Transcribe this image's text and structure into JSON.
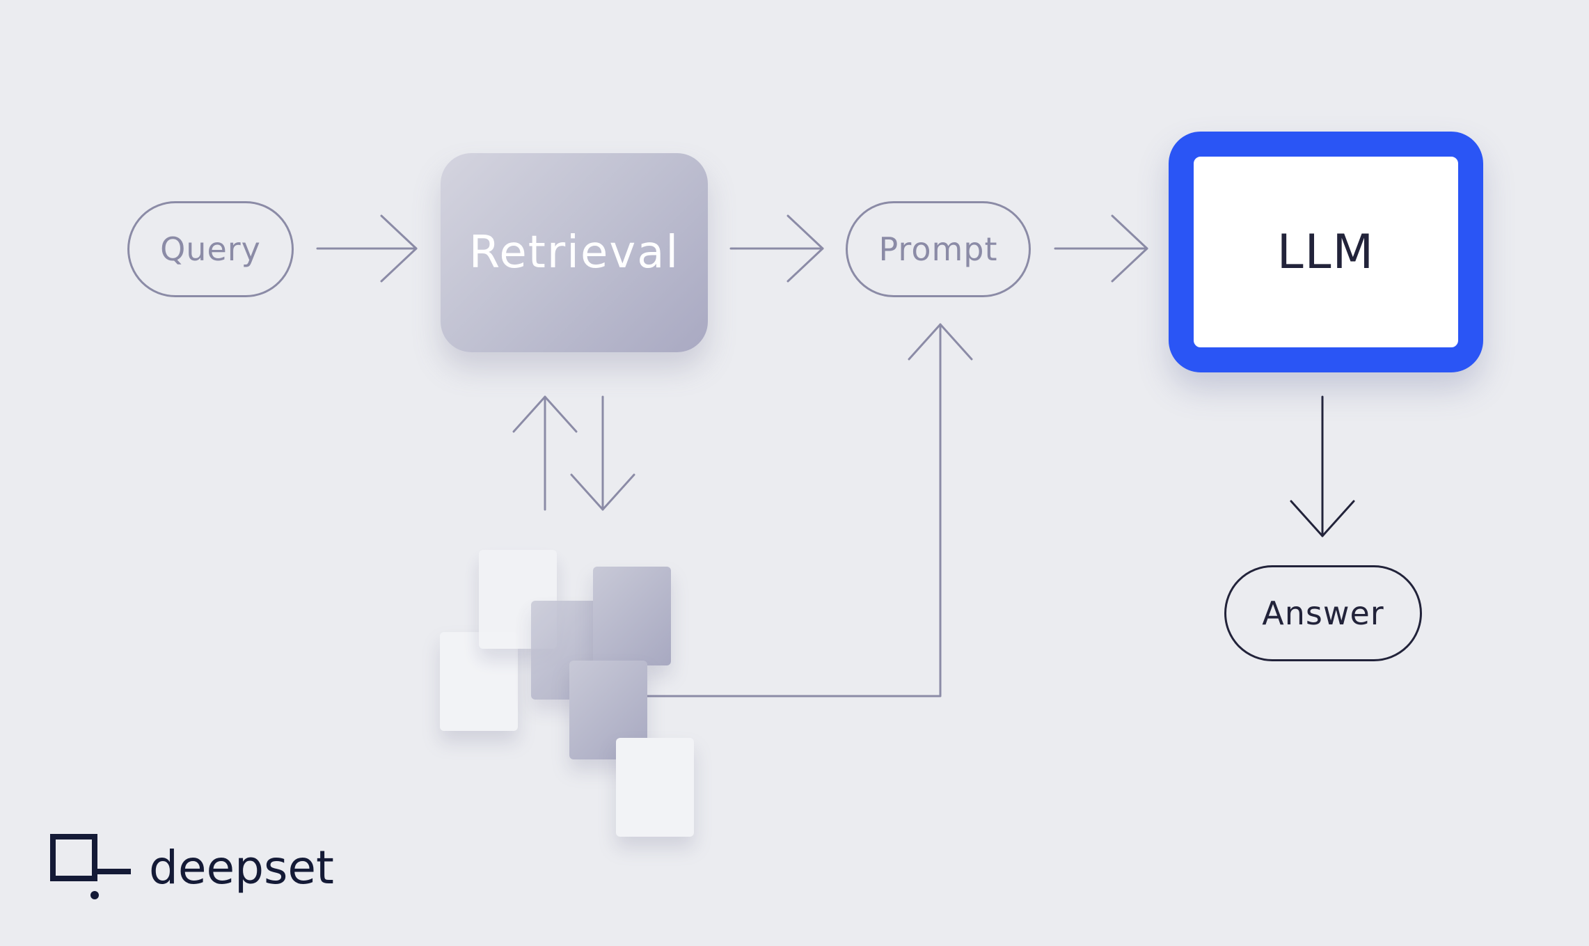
{
  "nodes": {
    "query": "Query",
    "retrieval": "Retrieval",
    "prompt": "Prompt",
    "llm": "LLM",
    "answer": "Answer"
  },
  "brand": {
    "name": "deepset",
    "logo_icon": "deepset-logo-icon"
  },
  "colors": {
    "background": "#ebecf0",
    "line": "#8b8ba6",
    "dark": "#22233a",
    "accent": "#2a55f5",
    "retrieval_fill": "#bfc0d1"
  }
}
